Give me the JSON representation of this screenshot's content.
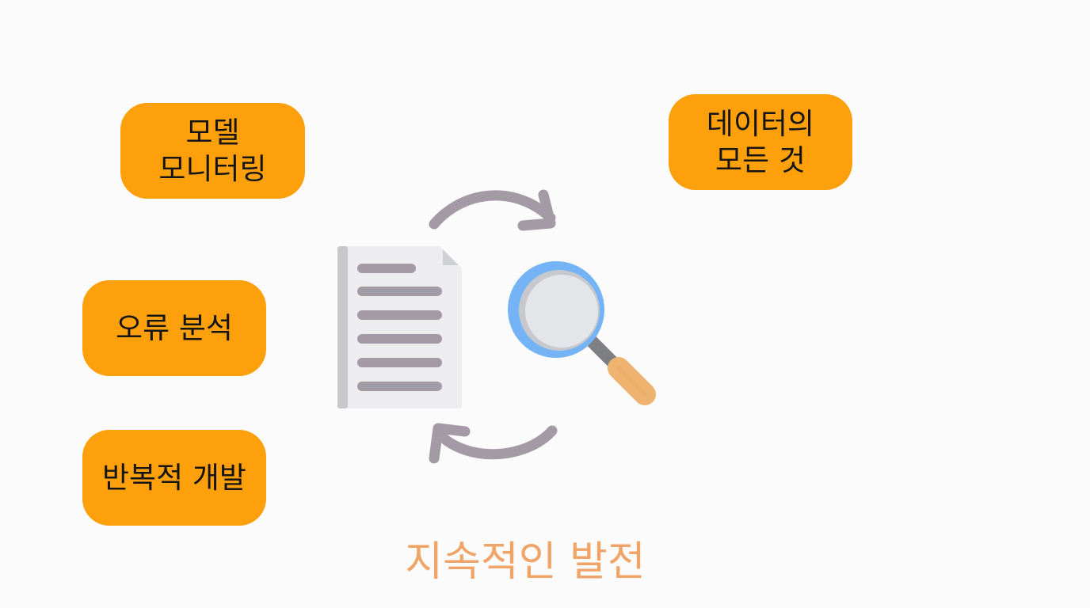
{
  "pills": {
    "model_monitoring": "모델\n모니터링",
    "everything_about_data": "데이터의\n모든 것",
    "error_analysis": "오류 분석",
    "iterative_development": "반복적 개발"
  },
  "footer": {
    "title": "지속적인 발전"
  },
  "icons": {
    "document": "document-icon",
    "magnifier": "magnifying-glass-icon",
    "top_arrow": "cycle-arrow-top-icon",
    "bottom_arrow": "cycle-arrow-bottom-icon"
  },
  "colors": {
    "pill_background": "#fda00b",
    "pill_text": "#151515",
    "footer_text": "#f0a468",
    "arrow": "#a49aa5",
    "document_lines": "#a49aa5",
    "magnifier_ring": "#74b3f5",
    "magnifier_handle": "#eeb46f"
  }
}
